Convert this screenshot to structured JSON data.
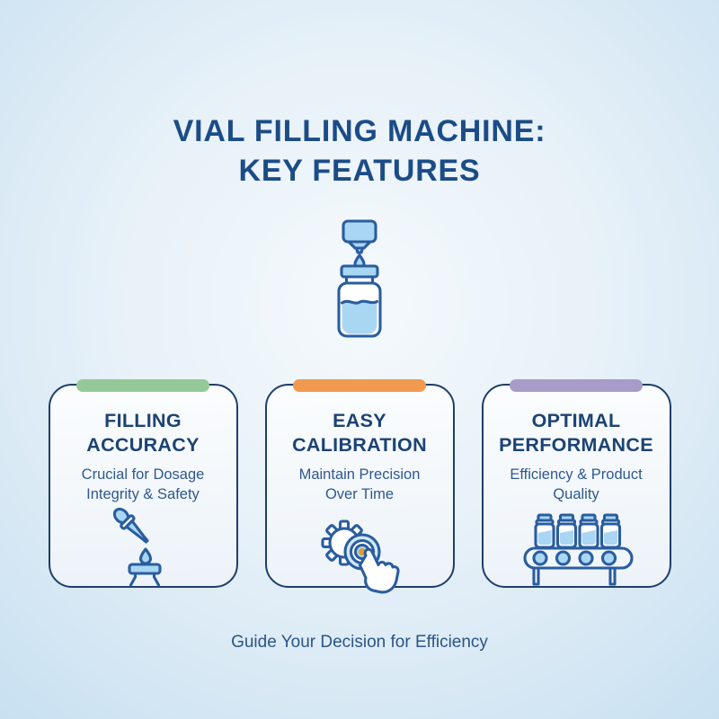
{
  "colors": {
    "background_center": "#f5f9fc",
    "background_edge": "#c8e0f1",
    "title_navy": "#1b4c87",
    "heading_navy": "#1c4374",
    "body_blue": "#2e588e",
    "card_border": "#1f3e6b",
    "icon_outline": "#2a5d9f",
    "icon_fill": "#a9d6f2",
    "icon_fill_light": "#cfe8f8",
    "dial_dot_orange": "#e29c2e",
    "accent_green": "#95c897",
    "accent_orange": "#f0994f",
    "accent_purple": "#a79cc8"
  },
  "header": {
    "title_line1": "VIAL FILLING MACHINE:",
    "title_line2": "KEY FEATURES",
    "hero_icon": "vial-filling-icon"
  },
  "cards": [
    {
      "title": "FILLING\nACCURACY",
      "description": "Crucial for Dosage\nIntegrity & Safety",
      "accent_color": "#95c897",
      "icon": "dropper-icon"
    },
    {
      "title": "EASY\nCALIBRATION",
      "description": "Maintain Precision\nOver Time",
      "accent_color": "#f0994f",
      "icon": "calibration-gear-icon"
    },
    {
      "title": "OPTIMAL\nPERFORMANCE",
      "description": "Efficiency & Product\nQuality",
      "accent_color": "#a79cc8",
      "icon": "conveyor-vials-icon"
    }
  ],
  "footer": {
    "tagline": "Guide Your Decision for Efficiency"
  }
}
